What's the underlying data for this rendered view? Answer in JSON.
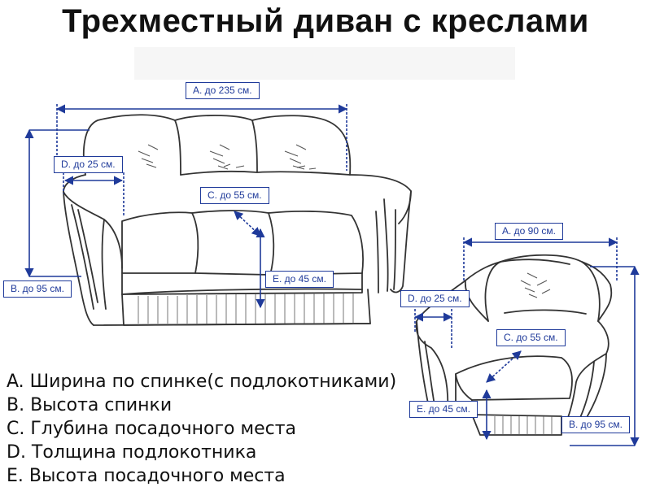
{
  "title": "Трехместный диван с креслами",
  "dimensions": {
    "sofa_width": "A. до 235 см.",
    "sofa_arm": "D. до 25 см.",
    "sofa_depth": "C. до 55 см.",
    "sofa_height": "B. до 95 см.",
    "sofa_seat": "E. до 45 см.",
    "chair_width": "A. до 90 см.",
    "chair_arm": "D. до 25 см.",
    "chair_depth": "C. до 55 см.",
    "chair_seat": "E. до 45 см.",
    "chair_height": "B. до 95 см."
  },
  "legend": [
    "A. Ширина по спинке(с подлокотниками)",
    "B. Высота спинки",
    "C. Глубина посадочного места",
    "D. Толщина подлокотника",
    "E. Высота посадочного места"
  ],
  "colors": {
    "dimension": "#1f3a9a",
    "outline": "#333333"
  }
}
